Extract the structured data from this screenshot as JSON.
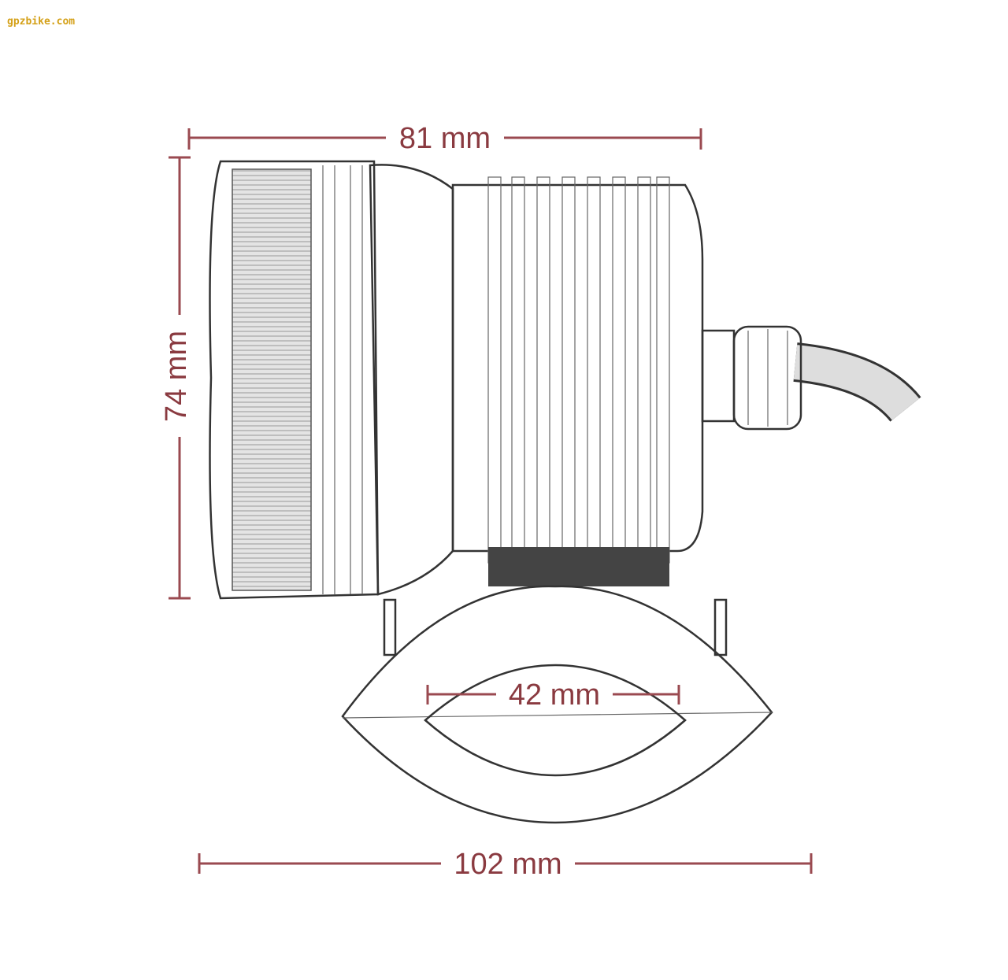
{
  "watermark": "gpzbike.com",
  "dimensions": {
    "length": "81 mm",
    "height": "74 mm",
    "clamp_diameter": "42 mm",
    "clamp_width": "102 mm"
  },
  "colors": {
    "dimension": "#9a4a50",
    "watermark": "#d4a017"
  }
}
